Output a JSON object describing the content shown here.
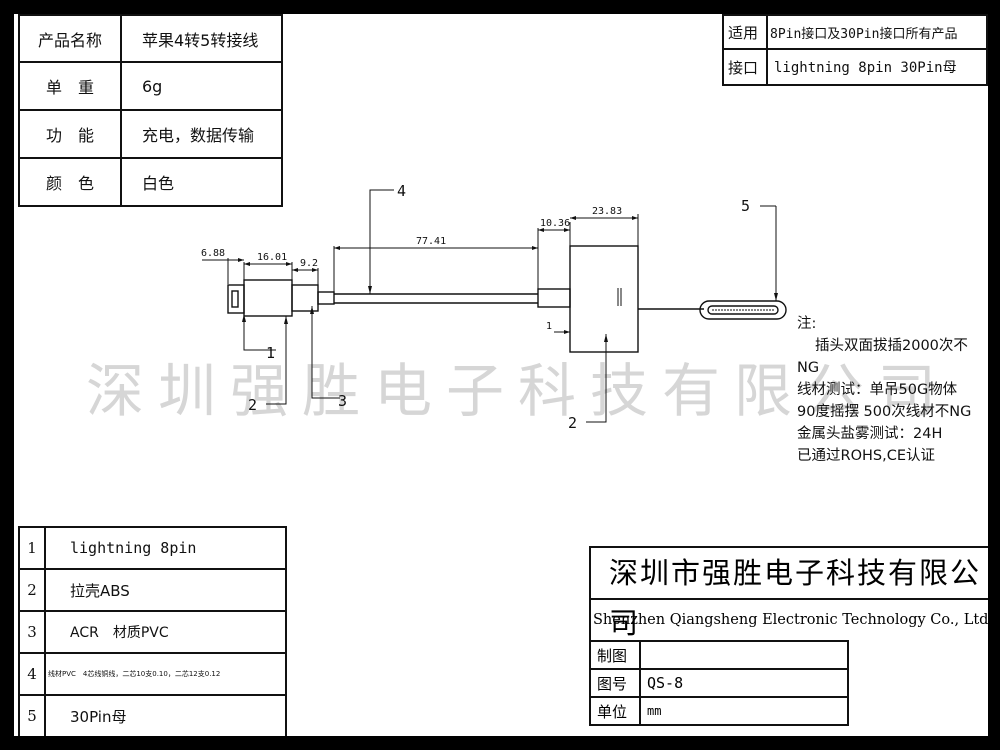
{
  "spec_table": {
    "rows": [
      {
        "label": "产品名称",
        "value": "苹果4转5转接线"
      },
      {
        "label": "单　重",
        "value": "6g"
      },
      {
        "label": "功　能",
        "value": "充电，数据传输"
      },
      {
        "label": "颜　色",
        "value": "白色"
      }
    ]
  },
  "application_table": {
    "rows": [
      {
        "label": "适用",
        "value": "8Pin接口及30Pin接口所有产品"
      },
      {
        "label": "接口",
        "value": "lightning 8pin 30Pin母"
      }
    ]
  },
  "drawing": {
    "dimensions": [
      "6.88",
      "16.01",
      "9.2",
      "77.41",
      "10.36",
      "23.83",
      "1"
    ],
    "callouts": [
      "1",
      "2",
      "3",
      "4",
      "2",
      "5"
    ]
  },
  "watermark": "深圳强胜电子科技有限公司",
  "notes": {
    "heading": "注:",
    "lines": [
      "插头双面拔插2000次不",
      "NG",
      "线材测试：单吊50G物体",
      "90度摇摆 500次线材不NG",
      "金属头盐雾测试：24H",
      "已通过ROHS,CE认证"
    ]
  },
  "parts_table": {
    "rows": [
      {
        "num": "1",
        "desc": "lightning 8pin"
      },
      {
        "num": "2",
        "desc": "拉壳ABS"
      },
      {
        "num": "3",
        "desc": "ACR　材质PVC"
      },
      {
        "num": "4",
        "desc": "线材PVC　4芯线铜线，二芯10支0.10，二芯12支0.12"
      },
      {
        "num": "5",
        "desc": "30Pin母"
      }
    ]
  },
  "title_block": {
    "company_cn": "深圳市强胜电子科技有限公司",
    "company_en": "Shenzhen Qiangsheng Electronic Technology Co., Ltd",
    "rows": [
      {
        "label": "制图",
        "value": ""
      },
      {
        "label": "图号",
        "value": "QS-8"
      },
      {
        "label": "单位",
        "value": "mm"
      }
    ]
  }
}
